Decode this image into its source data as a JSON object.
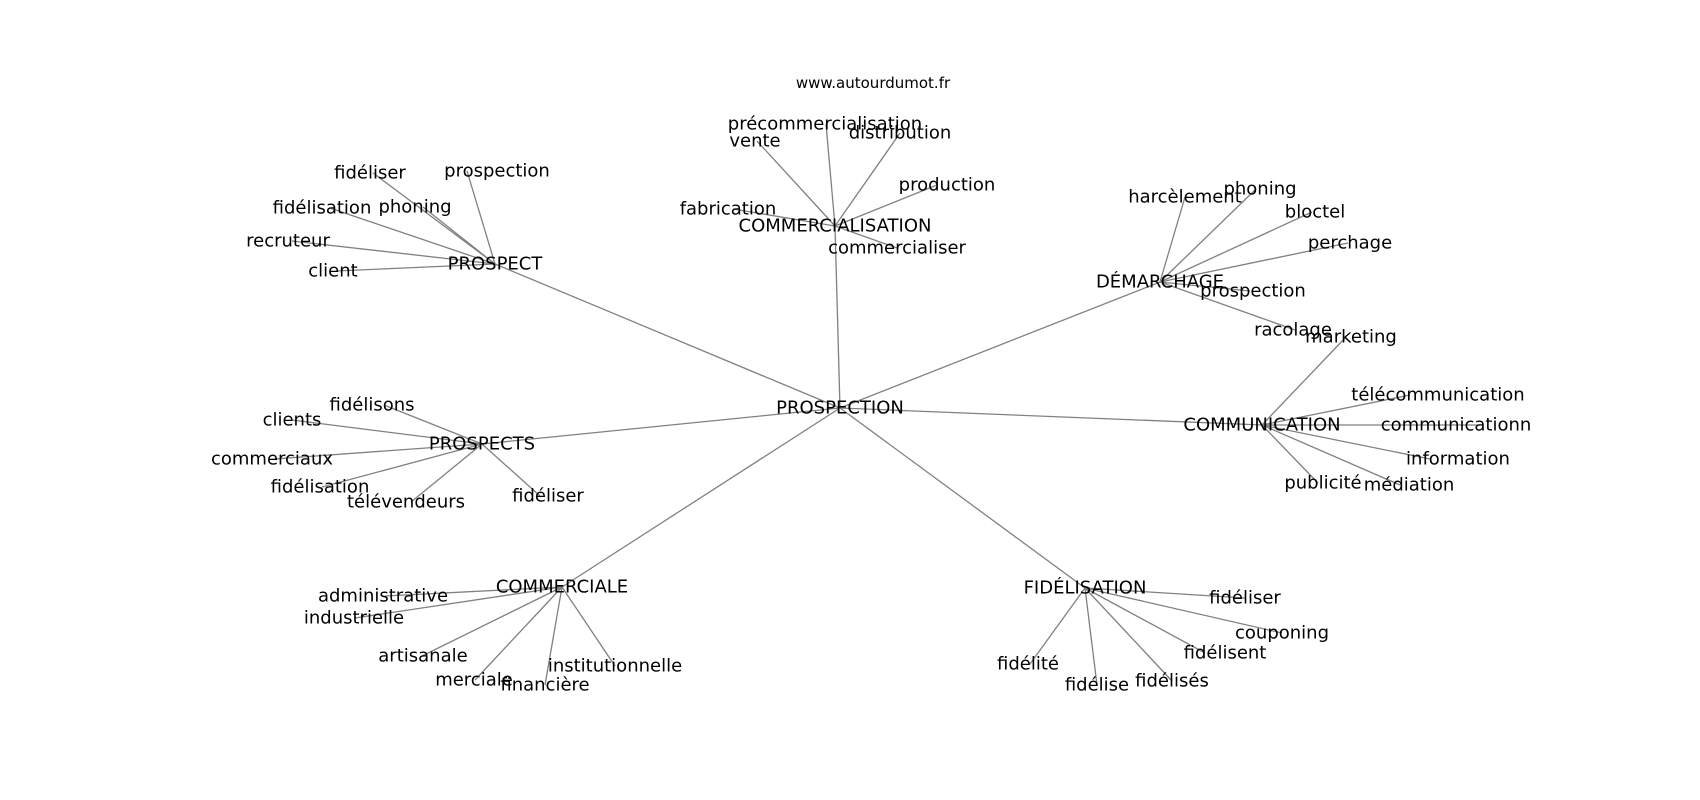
{
  "watermark": "www.autourdumot.fr",
  "colors": {
    "edge": "#808080",
    "text": "#000000",
    "background": "#ffffff"
  },
  "graph": {
    "center": "PROSPECTION",
    "clusters": [
      {
        "hub": "PROSPECT",
        "leaves": [
          "fidéliser",
          "prospection",
          "fidélisation",
          "phoning",
          "recruteur",
          "client"
        ]
      },
      {
        "hub": "COMMERCIALISATION",
        "leaves": [
          "précommercialisation",
          "vente",
          "distribution",
          "production",
          "fabrication",
          "commercialiser"
        ]
      },
      {
        "hub": "DÉMARCHAGE",
        "leaves": [
          "harcèlement",
          "phoning",
          "bloctel",
          "perchage",
          "prospection",
          "racolage"
        ]
      },
      {
        "hub": "PROSPECTS",
        "leaves": [
          "fidélisons",
          "clients",
          "commerciaux",
          "fidélisation",
          "télévendeurs",
          "fidéliser"
        ]
      },
      {
        "hub": "COMMUNICATION",
        "leaves": [
          "marketing",
          "télécommunication",
          "communicationn",
          "information",
          "publicité",
          "médiation"
        ]
      },
      {
        "hub": "COMMERCIALE",
        "leaves": [
          "administrative",
          "industrielle",
          "artisanale",
          "merciale",
          "financière",
          "institutionnelle"
        ]
      },
      {
        "hub": "FIDÉLISATION",
        "leaves": [
          "fidéliser",
          "couponing",
          "fidélisent",
          "fidélité",
          "fidélise",
          "fidélisés"
        ]
      }
    ]
  }
}
